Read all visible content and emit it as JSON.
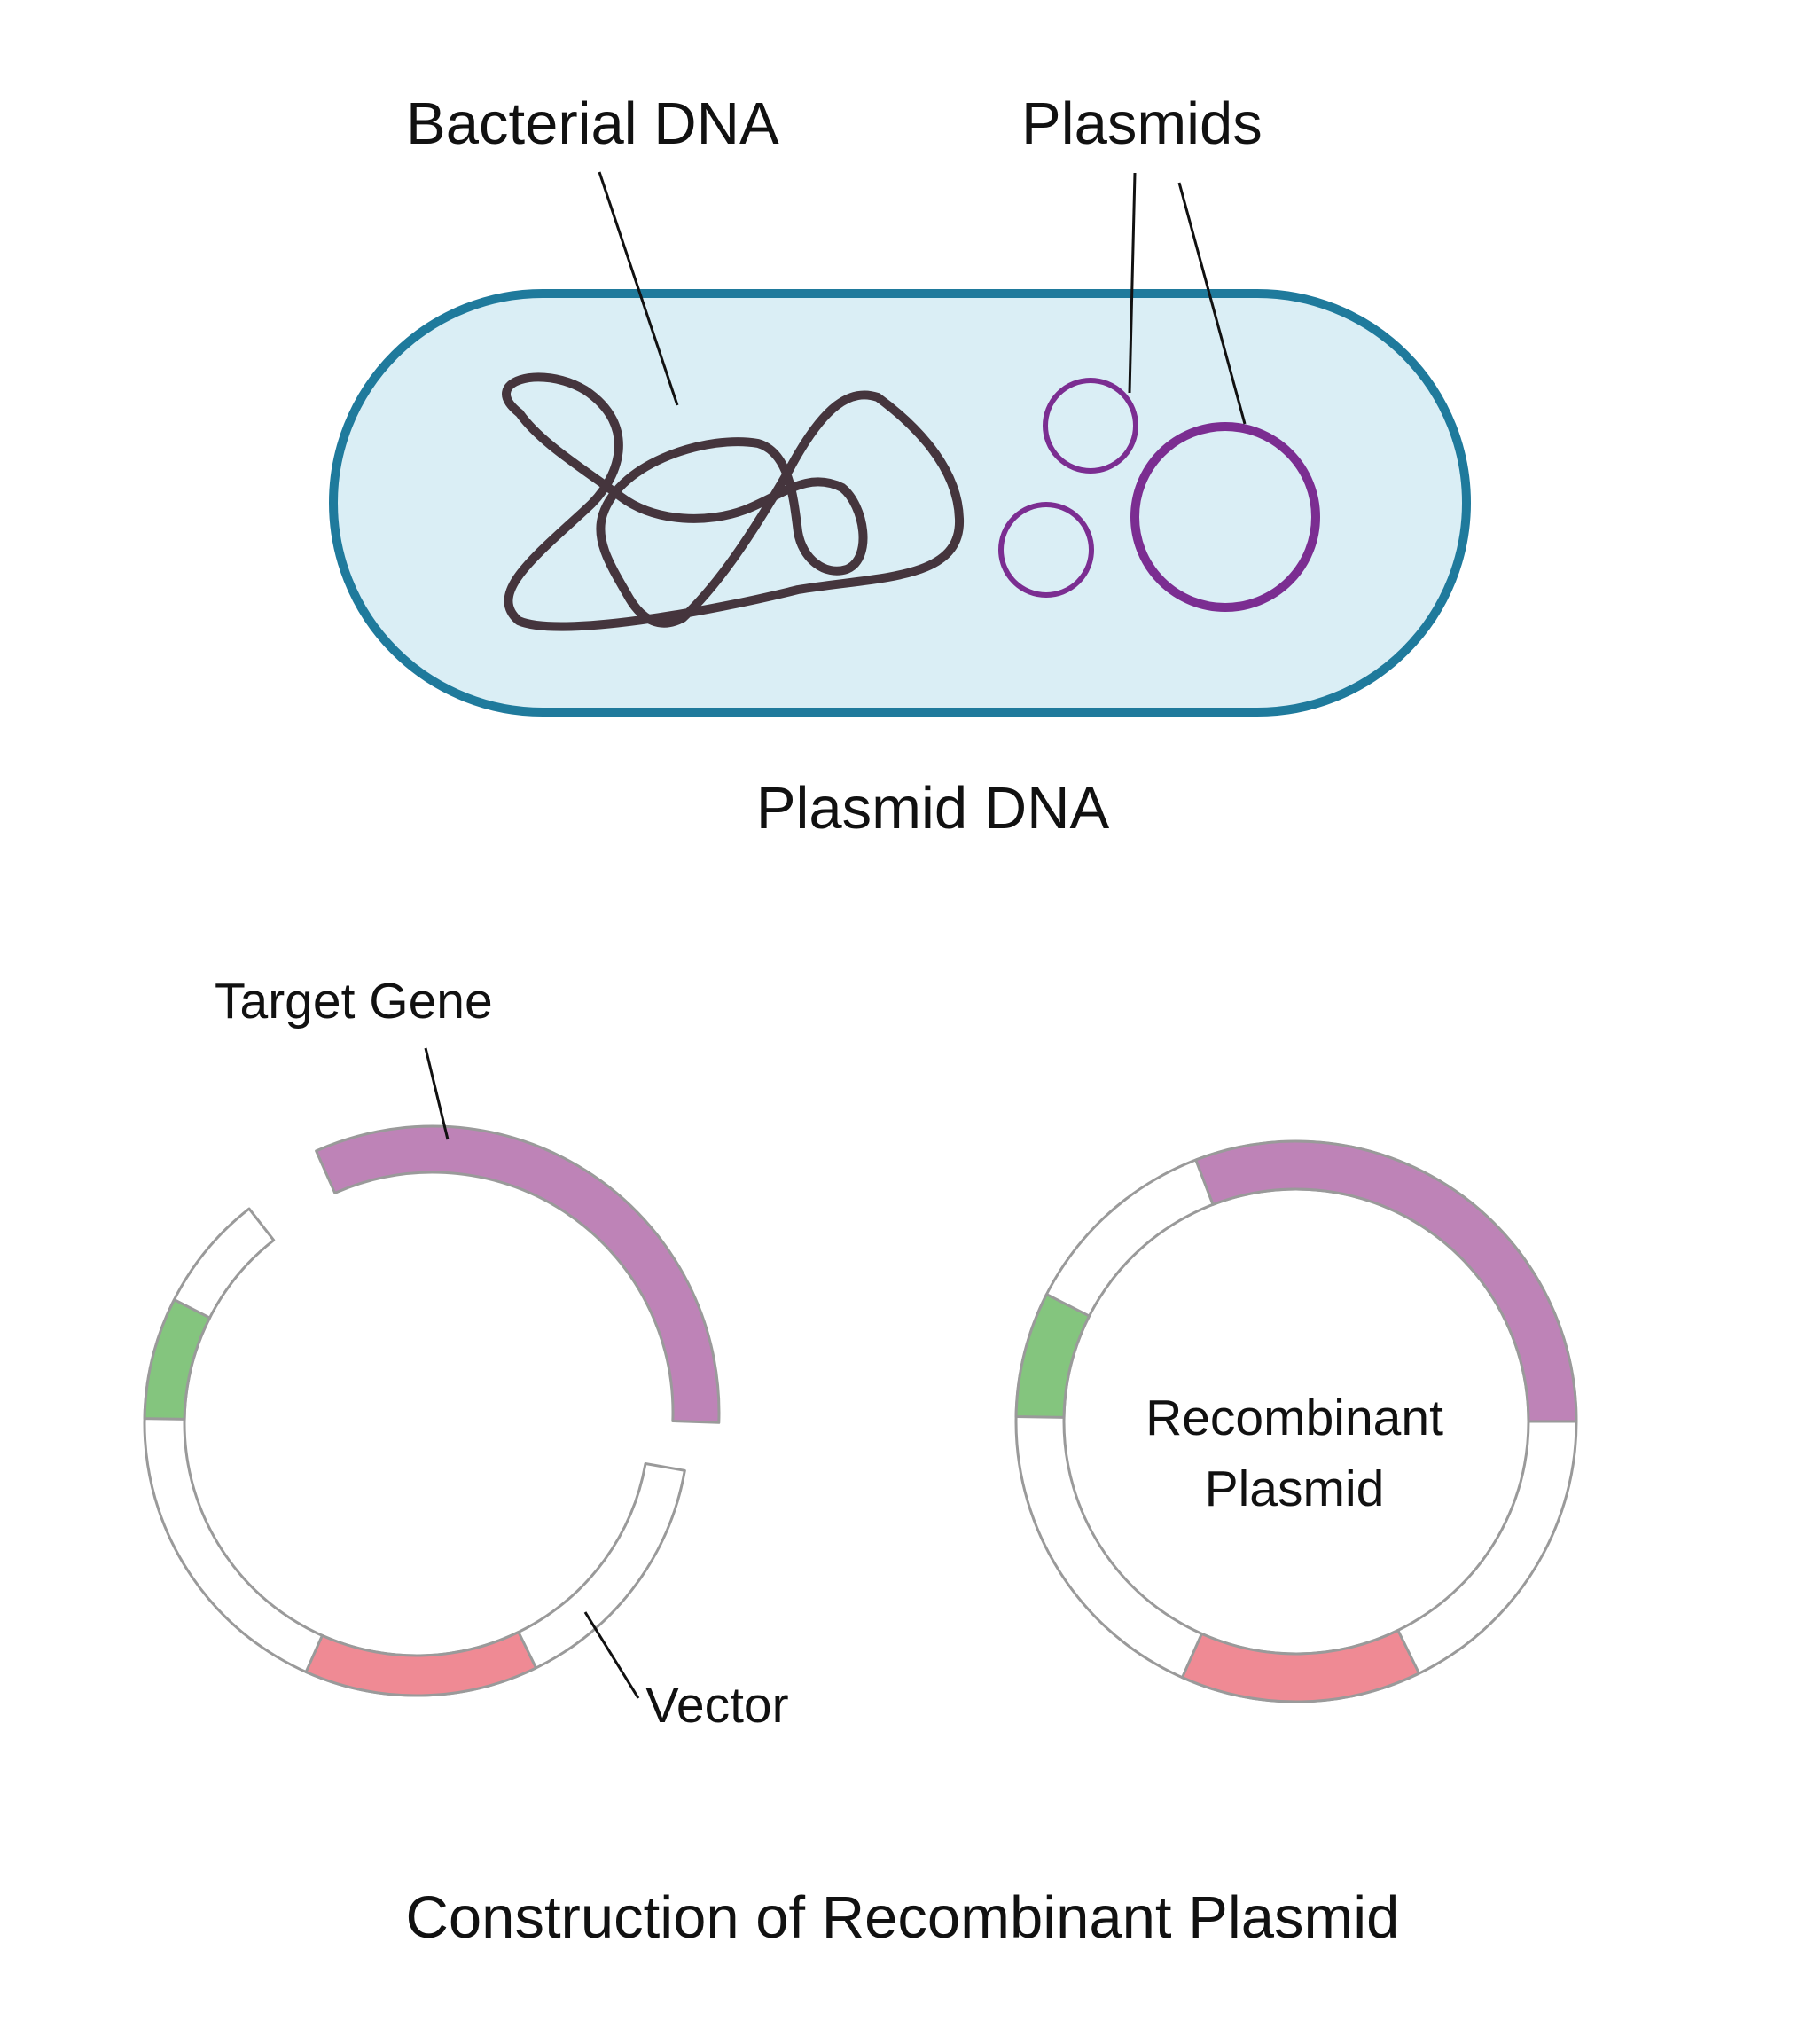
{
  "labels": {
    "bacterial_dna": "Bacterial DNA",
    "plasmids": "Plasmids",
    "plasmid_dna_caption": "Plasmid DNA",
    "target_gene": "Target Gene",
    "vector": "Vector",
    "recombinant_line1": "Recombinant",
    "recombinant_line2": "Plasmid",
    "construction_caption": "Construction of Recombinant Plasmid"
  },
  "colors": {
    "cell_fill": "#daeef5",
    "cell_stroke": "#1f7a9c",
    "bacterial_dna": "#45353d",
    "plasmid": "#7b2d91",
    "target_gene": "#be83b7",
    "green_segment": "#84c57e",
    "red_segment": "#ef8a94",
    "ring_stroke": "#9a9a9a",
    "leader_line": "#111111"
  }
}
